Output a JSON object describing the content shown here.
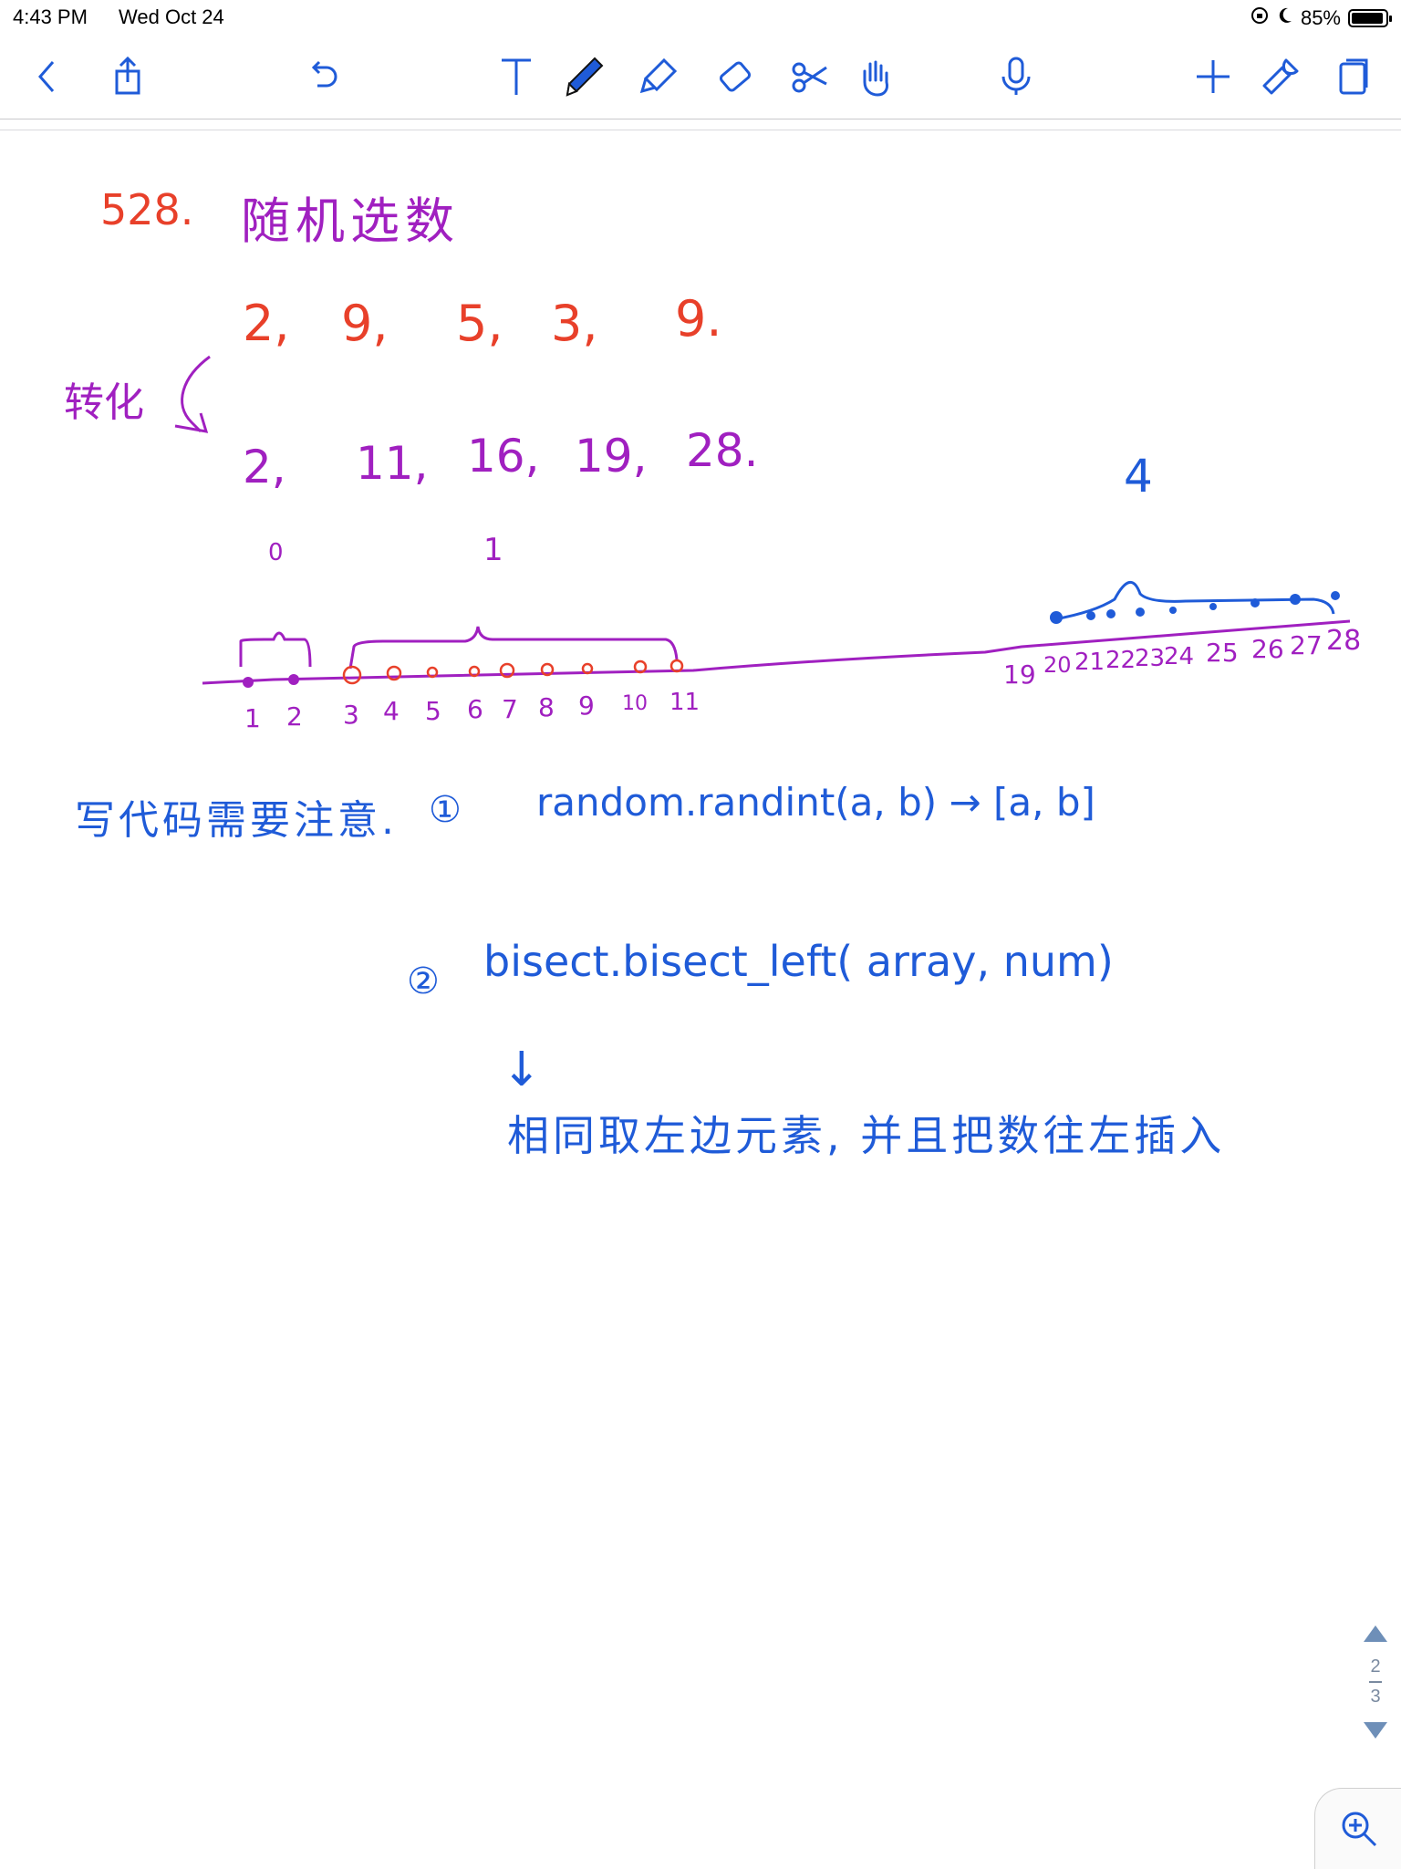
{
  "status": {
    "time": "4:43 PM",
    "date": "Wed Oct 24",
    "battery": "85%",
    "battery_level": 0.85
  },
  "toolbar": {
    "icons": [
      "back-icon",
      "share-icon",
      "undo-icon",
      "text-tool-icon",
      "pen-tool-icon",
      "highlighter-icon",
      "eraser-icon",
      "scissors-icon",
      "hand-icon",
      "microphone-icon",
      "add-icon",
      "wrench-icon",
      "pages-icon"
    ],
    "accent": "#1f5bd8"
  },
  "note": {
    "title_num": "528.",
    "title_cn": "随机选数",
    "row1": [
      "2,",
      "9,",
      "5,",
      "3,",
      "9."
    ],
    "transform_label": "转化",
    "row2": [
      "2,",
      "11,",
      "16,",
      "19,",
      "28."
    ],
    "group_labels": [
      "0",
      "1",
      "4"
    ],
    "numberline_left": [
      "1",
      "2",
      "3",
      "4",
      "5",
      "6",
      "7",
      "8",
      "9",
      "10",
      "11"
    ],
    "numberline_right": [
      "19",
      "20",
      "21",
      "22",
      "23",
      "24",
      "25",
      "26",
      "27",
      "28"
    ],
    "code_note": "写代码需要注意.",
    "item1_marker": "①",
    "item1": "random.randint(a, b) → [a, b]",
    "item2_marker": "②",
    "item2": "bisect.bisect_left( array, num)",
    "arrow": "↓",
    "item2_note": "相同取左边元素, 并且把数往左插入",
    "colors": {
      "red": "#e8402a",
      "purple": "#a020c0",
      "blue": "#1f5bd8"
    }
  },
  "pager": {
    "current": "2",
    "total": "3"
  }
}
